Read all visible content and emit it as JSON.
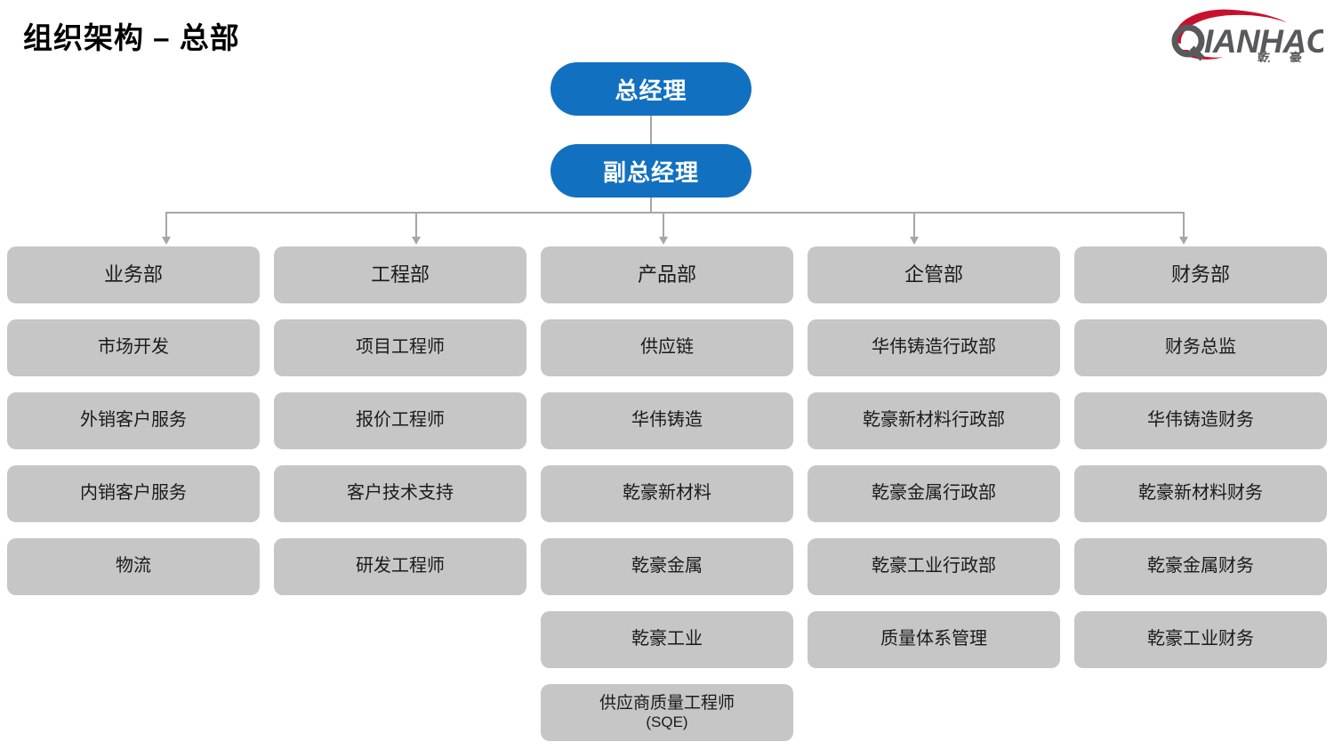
{
  "page": {
    "title": "组织架构 – 总部",
    "background_color": "#ffffff"
  },
  "logo": {
    "wordmark": "IANHAO",
    "initial": "Q",
    "chinese": "乾 豪",
    "swoosh_color": "#c8102e",
    "text_color": "#58595b"
  },
  "colors": {
    "node_blue": "#1270c0",
    "node_gray": "#c6c6c6",
    "connector_gray": "#a6a6a6",
    "text_dark": "#1a1a1a",
    "text_light": "#ffffff"
  },
  "top_nodes": [
    {
      "label": "总经理"
    },
    {
      "label": "副总经理"
    }
  ],
  "columns": [
    {
      "header": "业务部",
      "items": [
        {
          "label": "市场开发"
        },
        {
          "label": "外销客户服务"
        },
        {
          "label": "内销客户服务"
        },
        {
          "label": "物流"
        }
      ]
    },
    {
      "header": "工程部",
      "items": [
        {
          "label": "项目工程师"
        },
        {
          "label": "报价工程师"
        },
        {
          "label": "客户技术支持"
        },
        {
          "label": "研发工程师"
        }
      ]
    },
    {
      "header": "产品部",
      "items": [
        {
          "label": "供应链"
        },
        {
          "label": "华伟铸造"
        },
        {
          "label": "乾豪新材料"
        },
        {
          "label": "乾豪金属"
        },
        {
          "label": "乾豪工业"
        },
        {
          "label": "供应商质量工程师",
          "label2": "(SQE)"
        }
      ]
    },
    {
      "header": "企管部",
      "items": [
        {
          "label": "华伟铸造行政部"
        },
        {
          "label": "乾豪新材料行政部"
        },
        {
          "label": "乾豪金属行政部"
        },
        {
          "label": "乾豪工业行政部"
        },
        {
          "label": "质量体系管理"
        }
      ]
    },
    {
      "header": "财务部",
      "items": [
        {
          "label": "财务总监"
        },
        {
          "label": "华伟铸造财务"
        },
        {
          "label": "乾豪新材料财务"
        },
        {
          "label": "乾豪金属财务"
        },
        {
          "label": "乾豪工业财务"
        }
      ]
    }
  ]
}
